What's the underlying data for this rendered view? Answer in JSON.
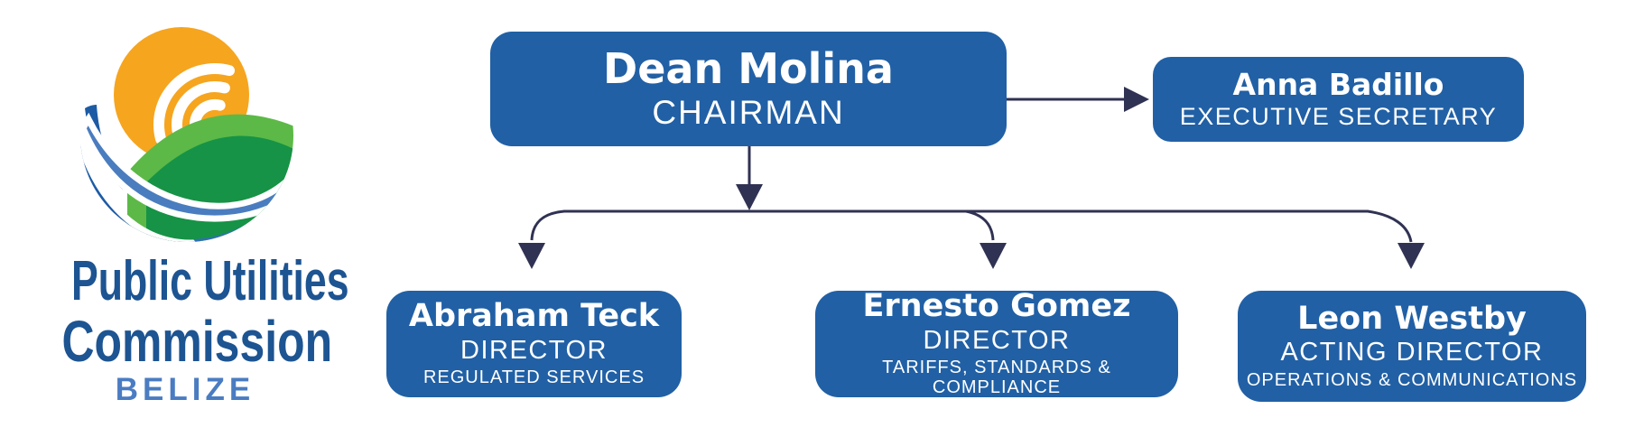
{
  "logo": {
    "name_line1": "Public Utilities",
    "name_line2": "Commission",
    "country": "BELIZE",
    "mark_icon": "sun-signal-hills-waves-icon",
    "colors": {
      "sun_orange": "#F6A51F",
      "hill_light_green": "#5CB947",
      "hill_dark_green": "#169346",
      "wave_light_blue": "#4A7DBF",
      "wave_dark_blue": "#1D5BA5",
      "wordmark_blue": "#1D5492",
      "country_blue": "#4A7CC2"
    }
  },
  "chart": {
    "node_fill": "#2160A5",
    "node_text": "#FFFFFF",
    "connector_color": "#303253"
  },
  "org": {
    "chairman": {
      "name": "Dean Molina",
      "title": "CHAIRMAN"
    },
    "secretary": {
      "name": "Anna Badillo",
      "title": "EXECUTIVE SECRETARY"
    },
    "directors": [
      {
        "name": "Abraham Teck",
        "title": "DIRECTOR",
        "department": "REGULATED SERVICES"
      },
      {
        "name": "Ernesto Gomez",
        "title": "DIRECTOR",
        "department": "TARIFFS, STANDARDS & COMPLIANCE"
      },
      {
        "name": "Leon Westby",
        "title": "ACTING DIRECTOR",
        "department": "OPERATIONS & COMMUNICATIONS"
      }
    ]
  }
}
